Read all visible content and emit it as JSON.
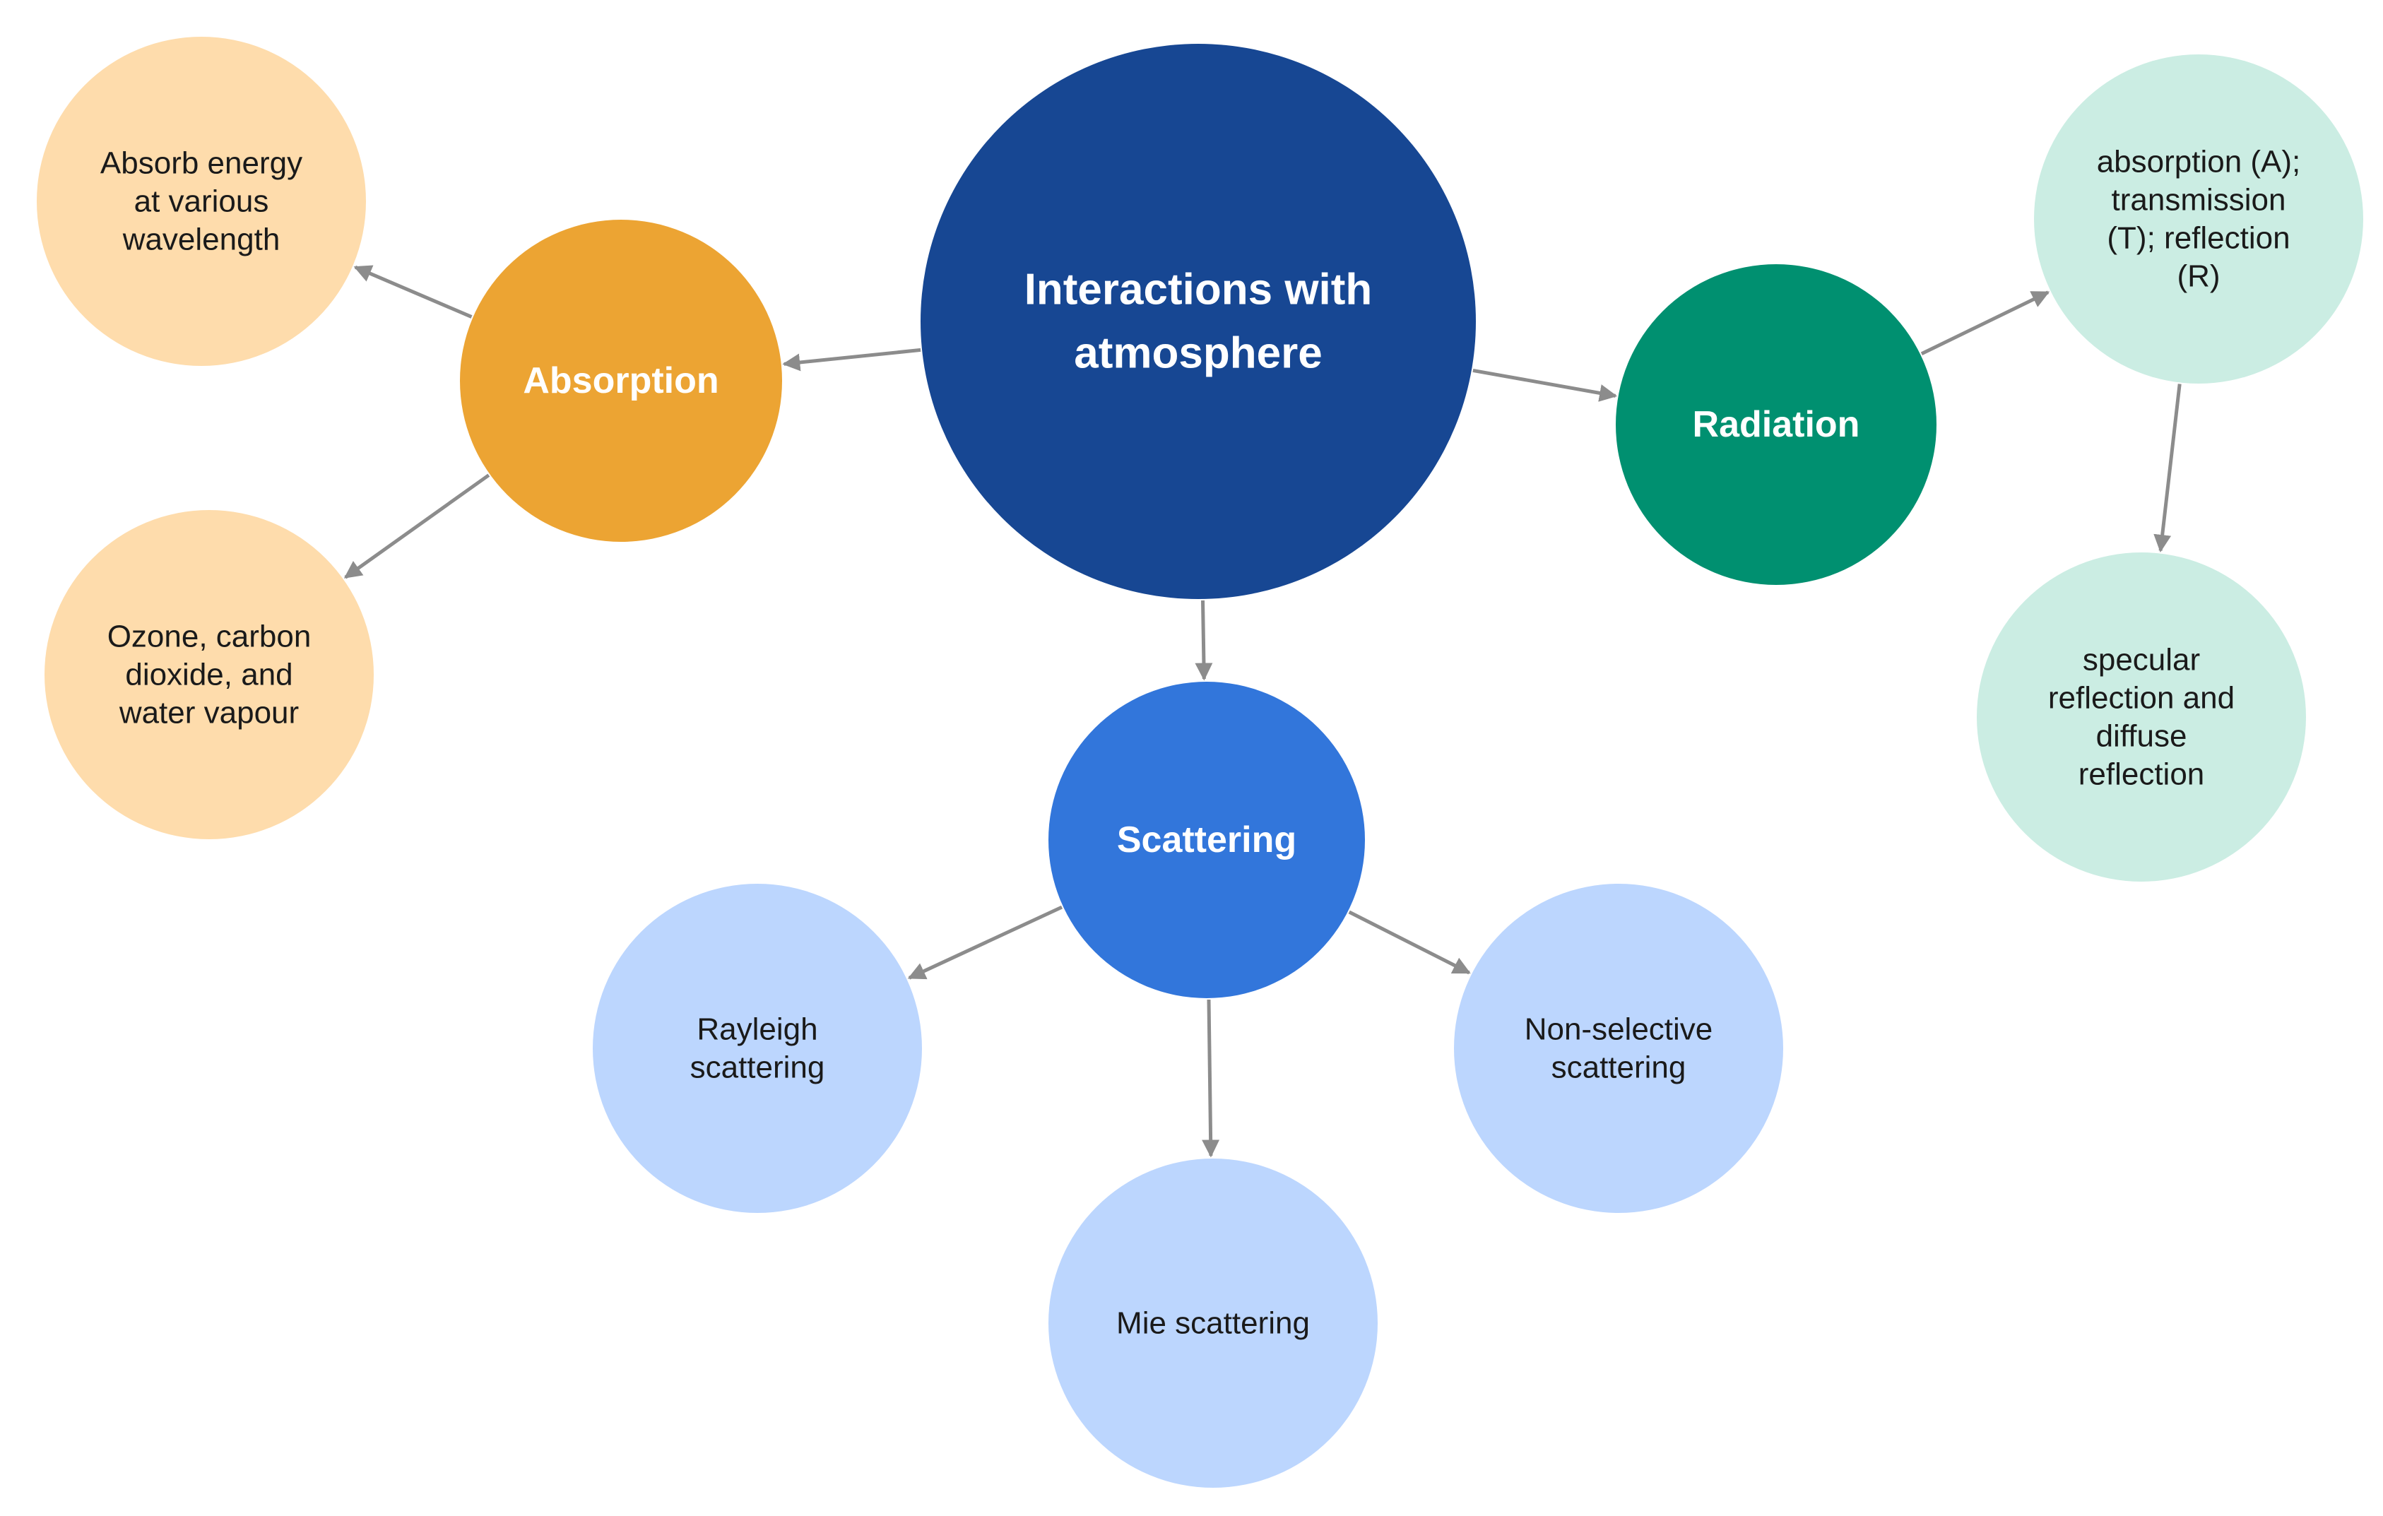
{
  "colors": {
    "center": "#174793",
    "absorption": "#eca433",
    "absorption_leaf": "#fedcac",
    "radiation": "#009070",
    "radiation_leaf": "#cbede3",
    "scattering": "#3276db",
    "scattering_leaf": "#bcd6fe",
    "edge": "#8c8c8c",
    "title_text": "#ffffff",
    "body_text": "#1a1a1a"
  },
  "nodes": {
    "center": {
      "lines": [
        "Interactions with",
        "atmosphere"
      ],
      "color_key": "center",
      "style": "title",
      "icon": ""
    },
    "absorption": {
      "lines": [
        "Absorption"
      ],
      "color_key": "absorption",
      "style": "title"
    },
    "absorb_energy": {
      "lines": [
        "Absorb energy",
        "at various",
        "wavelength"
      ],
      "color_key": "absorption_leaf",
      "style": "body"
    },
    "ozone": {
      "lines": [
        "Ozone, carbon",
        "dioxide, and",
        "water vapour"
      ],
      "color_key": "absorption_leaf",
      "style": "body"
    },
    "radiation": {
      "lines": [
        "Radiation"
      ],
      "color_key": "radiation",
      "style": "title"
    },
    "atr": {
      "lines": [
        "absorption (A);",
        "transmission",
        "(T);  reflection",
        "(R)"
      ],
      "color_key": "radiation_leaf",
      "style": "body"
    },
    "specular": {
      "lines": [
        "specular",
        "reflection and",
        "diffuse",
        "reflection"
      ],
      "color_key": "radiation_leaf",
      "style": "body"
    },
    "scattering": {
      "lines": [
        "Scattering"
      ],
      "color_key": "scattering",
      "style": "title"
    },
    "rayleigh": {
      "lines": [
        "Rayleigh",
        "scattering"
      ],
      "color_key": "scattering_leaf",
      "style": "body"
    },
    "mie": {
      "lines": [
        "Mie scattering"
      ],
      "color_key": "scattering_leaf",
      "style": "body"
    },
    "nonselective": {
      "lines": [
        "Non-selective",
        "scattering"
      ],
      "color_key": "scattering_leaf",
      "style": "body"
    }
  },
  "edges": [
    {
      "from": "center",
      "to": "absorption"
    },
    {
      "from": "center",
      "to": "radiation"
    },
    {
      "from": "center",
      "to": "scattering"
    },
    {
      "from": "absorption",
      "to": "absorb_energy"
    },
    {
      "from": "absorption",
      "to": "ozone"
    },
    {
      "from": "radiation",
      "to": "atr"
    },
    {
      "from": "atr",
      "to": "specular"
    },
    {
      "from": "scattering",
      "to": "rayleigh"
    },
    {
      "from": "scattering",
      "to": "mie"
    },
    {
      "from": "scattering",
      "to": "nonselective"
    }
  ]
}
